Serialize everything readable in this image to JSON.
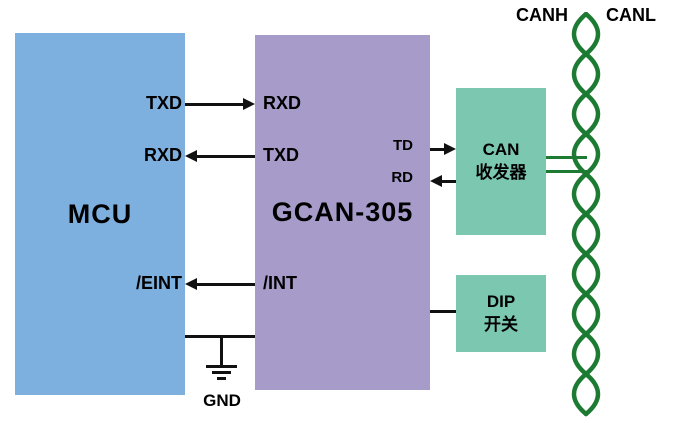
{
  "colors": {
    "mcu_block": "#7dafdf",
    "gcan_block": "#a79bc9",
    "teal_block": "#7cc7b0",
    "wire_green": "#1d7a33",
    "line_color": "#111111",
    "bg": "#ffffff"
  },
  "blocks": {
    "mcu": {
      "label": "MCU"
    },
    "gcan": {
      "label": "GCAN-305"
    },
    "can_transceiver": {
      "line1": "CAN",
      "line2": "收发器"
    },
    "dip_switch": {
      "line1": "DIP",
      "line2": "开关"
    }
  },
  "pins": {
    "mcu_txd": "TXD",
    "mcu_rxd": "RXD",
    "mcu_eint": "/EINT",
    "gcan_rxd": "RXD",
    "gcan_txd": "TXD",
    "gcan_int": "/INT",
    "gcan_td": "TD",
    "gcan_rd": "RD"
  },
  "labels": {
    "gnd": "GND",
    "canh": "CANH",
    "canl": "CANL"
  }
}
